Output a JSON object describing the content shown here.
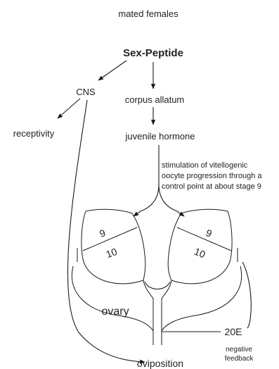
{
  "labels": {
    "mated_females": "mated females",
    "sex_peptide": "Sex-Peptide",
    "cns": "CNS",
    "corpus_allatum": "corpus allatum",
    "receptivity": "receptivity",
    "juvenile_hormone": "juvenile hormone",
    "stimulation_line1": "stimulation of vitellogenic",
    "stimulation_line2": "oocyte progression through a",
    "stimulation_line3": "control point at about stage 9",
    "stage_9_left": "9",
    "stage_10_left": "10",
    "stage_9_right": "9",
    "stage_10_right": "10",
    "ovary": "ovary",
    "hormone_20e": "20E",
    "negative": "negative",
    "feedback": "feedback",
    "oviposition": "oviposition"
  }
}
